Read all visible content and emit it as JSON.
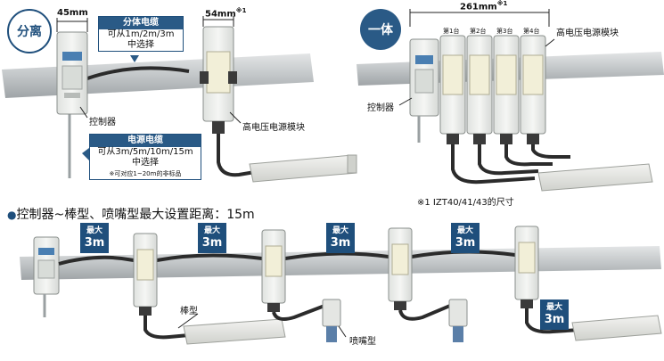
{
  "badges": {
    "separate": "分离",
    "integrated": "一体"
  },
  "dims": {
    "controller_width": "45mm",
    "module_width": "54mm",
    "module_width_note": "※1",
    "total_width": "261mm",
    "total_width_note": "※1"
  },
  "callouts": {
    "split_cable": {
      "title": "分体电缆",
      "lines": [
        "可从1m/2m/3m",
        "中选择"
      ]
    },
    "power_cable": {
      "title": "电源电缆",
      "lines": [
        "可从3m/5m/10m/15m",
        "中选择"
      ],
      "note": "※可对应1~20m的非标品"
    }
  },
  "labels": {
    "controller_left": "控制器",
    "hv_module_left": "高电压电源模块",
    "controller_right": "控制器",
    "hv_module_right": "高电压电源模块",
    "footnote": "※1 IZT40/41/43的尺寸",
    "bar_type": "棒型",
    "nozzle_type": "喷嘴型"
  },
  "units": [
    "第1台",
    "第2台",
    "第3台",
    "第4台"
  ],
  "section": {
    "bullet": "●",
    "title": "控制器~棒型、喷嘴型最大设置距离：15m"
  },
  "distance_markers": [
    {
      "label": "最大",
      "value": "3m"
    },
    {
      "label": "最大",
      "value": "3m"
    },
    {
      "label": "最大",
      "value": "3m"
    },
    {
      "label": "最大",
      "value": "3m"
    },
    {
      "label": "最大",
      "value": "3m"
    }
  ],
  "colors": {
    "navy": "#1f4f7c",
    "accent": "#2a5a86",
    "device": "#eef0ee",
    "rail": "#c9ccce",
    "cable": "#2b2b2b"
  }
}
